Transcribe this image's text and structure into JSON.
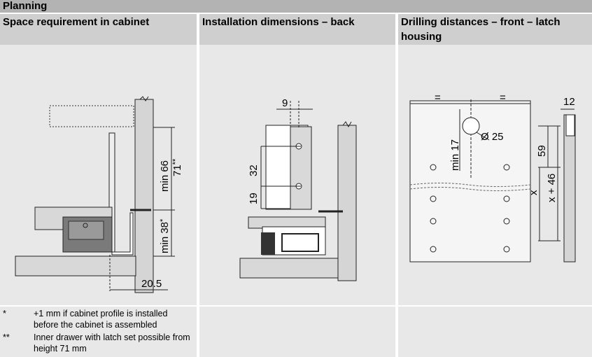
{
  "page_title": "Planning",
  "columns": [
    {
      "title": "Space requirement in cabinet"
    },
    {
      "title": "Installation dimensions – back"
    },
    {
      "title": "Drilling distances – front – latch housing"
    }
  ],
  "fig1": {
    "dim_height": "min 66",
    "dim_height_alt": "71",
    "dim_height_alt_mark": "**",
    "dim_lower": "min 38",
    "dim_lower_mark": "*",
    "dim_width": "20.5"
  },
  "fig2": {
    "dim_top": "9",
    "dim_mid": "32",
    "dim_low": "19"
  },
  "fig3": {
    "eq_left": "=",
    "eq_right": "=",
    "dim_side": "12",
    "dim_min": "min 17",
    "dim_dia": "Ø 25",
    "dim_59": "59",
    "dim_x46": "x + 46",
    "dim_x": "x"
  },
  "notes": [
    {
      "mark": "*",
      "text": "+1 mm if cabinet profile is installed before the cabinet is assembled"
    },
    {
      "mark": "**",
      "text": "Inner drawer with latch set possible from height 71 mm"
    }
  ]
}
